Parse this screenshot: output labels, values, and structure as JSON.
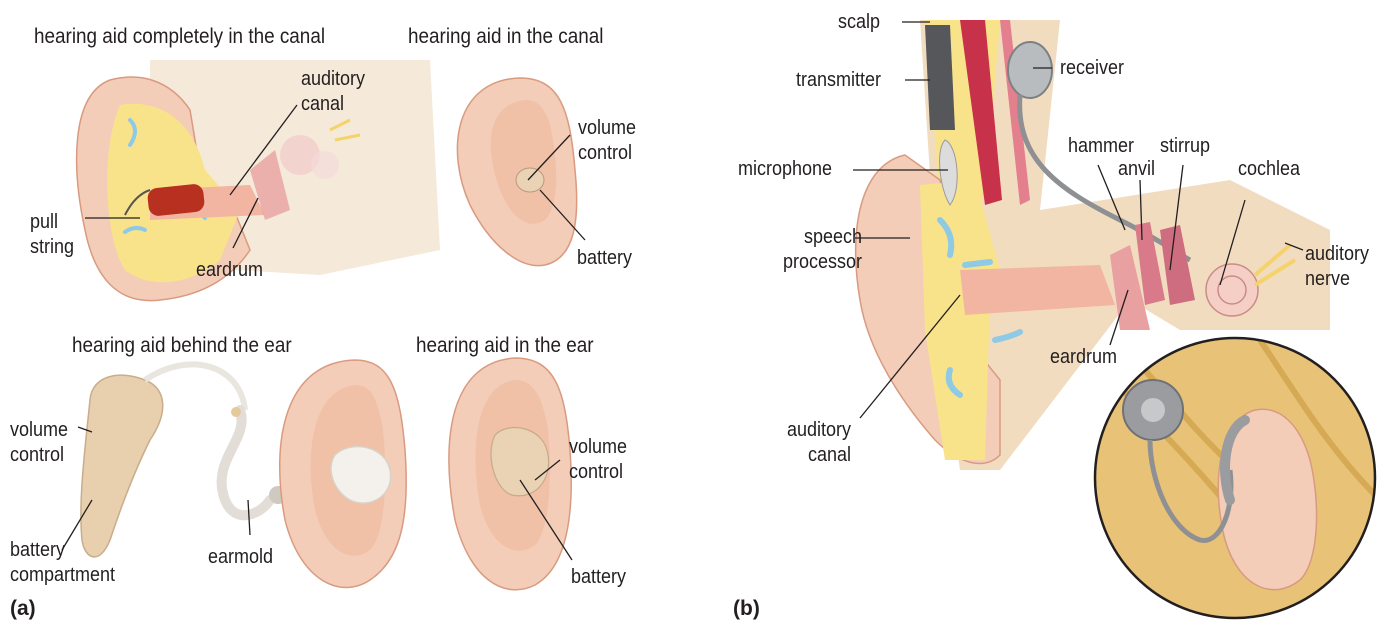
{
  "panels": {
    "a": "(a)",
    "b": "(b)"
  },
  "titles": {
    "cic": "hearing aid completely in the canal",
    "itc": "hearing aid in the canal",
    "bte": "hearing aid behind the ear",
    "ite": "hearing aid in the ear"
  },
  "labels_a": {
    "auditory_canal": "auditory\ncanal",
    "pull_string": "pull\nstring",
    "eardrum": "eardrum",
    "itc_volume_control": "volume\ncontrol",
    "itc_battery": "battery",
    "bte_volume_control": "volume\ncontrol",
    "battery_compartment": "battery\ncompartment",
    "earmold": "earmold",
    "ite_volume_control": "volume\ncontrol",
    "ite_battery": "battery"
  },
  "labels_b": {
    "scalp": "scalp",
    "transmitter": "transmitter",
    "receiver": "receiver",
    "microphone": "microphone",
    "hammer": "hammer",
    "anvil": "anvil",
    "stirrup": "stirrup",
    "cochlea": "cochlea",
    "speech_processor": "speech\nprocessor",
    "auditory_nerve": "auditory\nnerve",
    "eardrum": "eardrum",
    "auditory_canal": "auditory\ncanal"
  },
  "colors": {
    "skin": "#f3cdb8",
    "skin_shadow": "#e3a98f",
    "bone": "#f1dcc0",
    "fat_yellow": "#f8e38a",
    "canal_pink": "#f1b5a2",
    "hearing_aid_red": "#b8301f",
    "hearing_aid_beige": "#e8cfae",
    "device_grey": "#8e9093",
    "hair": "#e8c277",
    "fluid_blue": "#8ecae6"
  }
}
